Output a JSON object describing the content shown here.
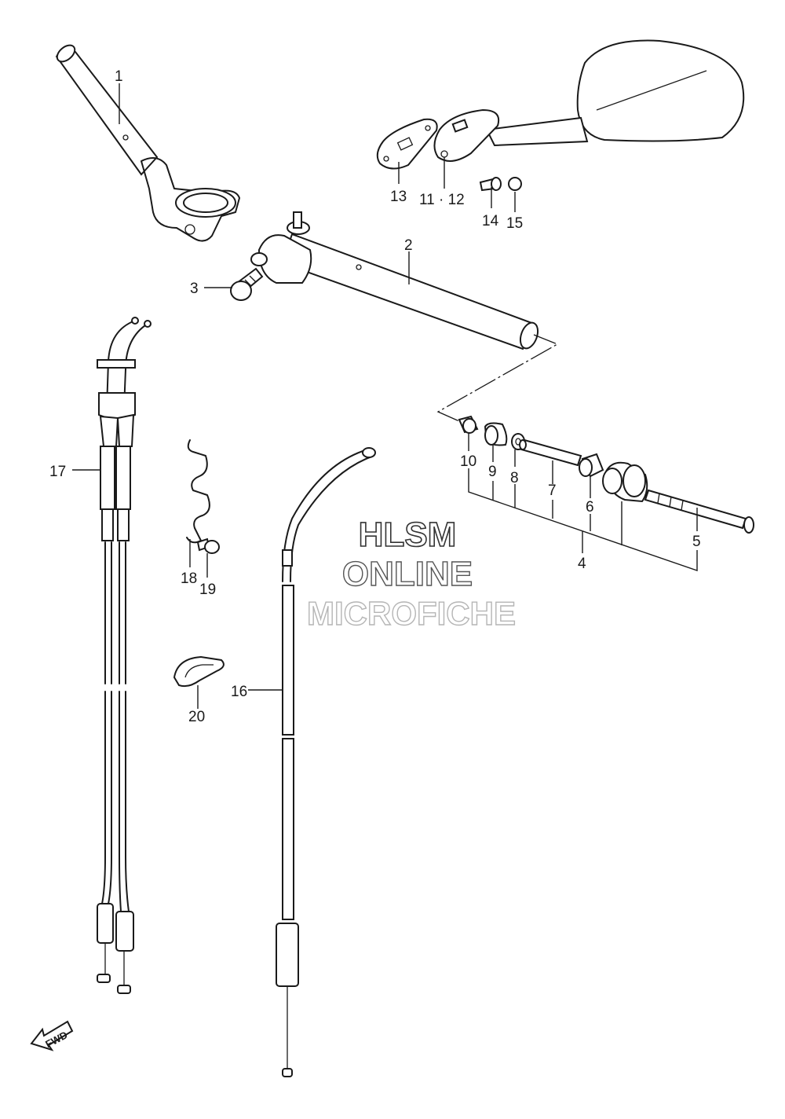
{
  "callouts": {
    "c1": "1",
    "c2": "2",
    "c3": "3",
    "c4": "4",
    "c5": "5",
    "c6": "6",
    "c7": "7",
    "c8": "8",
    "c9": "9",
    "c10": "10",
    "c11_12": "11 · 12",
    "c13": "13",
    "c14": "14",
    "c15": "15",
    "c16": "16",
    "c17": "17",
    "c18": "18",
    "c19": "19",
    "c20": "20"
  },
  "watermark": {
    "line1": "HLSM",
    "line2": "ONLINE",
    "line3": "MICROFICHE"
  },
  "direction_badge": {
    "label": "FWD",
    "icon": "fwd-arrow-icon"
  },
  "colors": {
    "line": "#1a1a1a",
    "background": "#ffffff"
  }
}
